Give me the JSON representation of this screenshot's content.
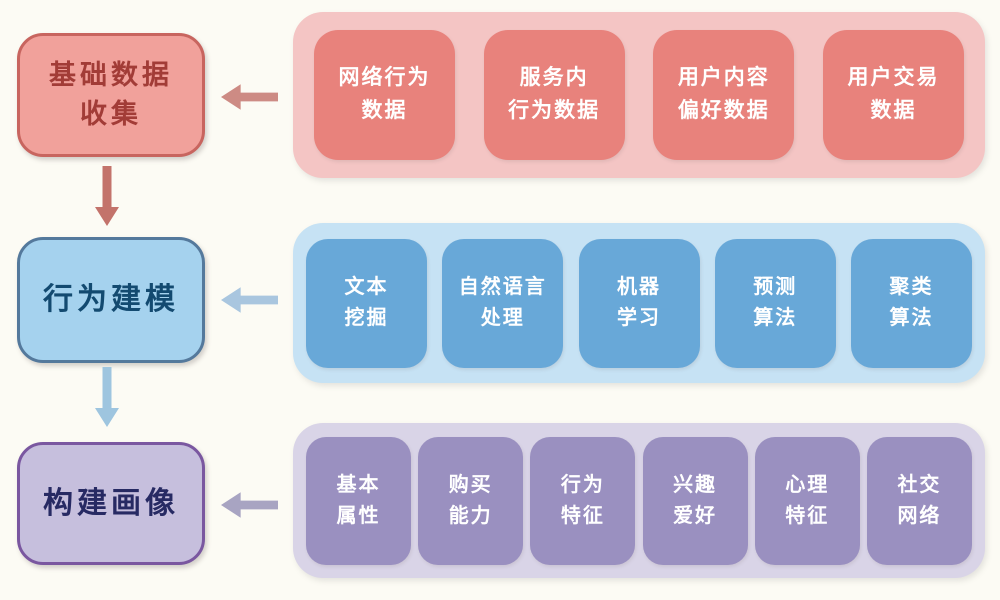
{
  "diagram": {
    "description_labels": {
      "stage1": "基础数据\n收集",
      "stage2": "行为建模",
      "stage3": "构建画像"
    }
  },
  "stages": [
    {
      "id": "basic-data-collection",
      "label": "基础数据\n收集",
      "items": [
        "网络行为\n数据",
        "服务内\n行为数据",
        "用户内容\n偏好数据",
        "用户交易\n数据"
      ]
    },
    {
      "id": "behavior-modeling",
      "label": "行为建模",
      "items": [
        "文本\n挖掘",
        "自然语言\n处理",
        "机器\n学习",
        "预测\n算法",
        "聚类\n算法"
      ]
    },
    {
      "id": "profile-construction",
      "label": "构建画像",
      "items": [
        "基本\n属性",
        "购买\n能力",
        "行为\n特征",
        "兴趣\n爱好",
        "心理\n特征",
        "社交\n网络"
      ]
    }
  ],
  "palette": {
    "background": "#fcfbf4",
    "item_text": "#ffffff",
    "row1": {
      "tray": "#f4c5c4",
      "item": "#e8827c",
      "stage_fill": "#f1a19b",
      "stage_border": "#c8655f",
      "stage_text": "#a23c37",
      "side_arrow": "#cd8b84",
      "down_arrow": "#c3736b"
    },
    "row2": {
      "tray": "#c6e2f4",
      "item": "#68a8d8",
      "stage_fill": "#a5d2ee",
      "stage_border": "#54799c",
      "stage_text": "#134a70",
      "side_arrow": "#a9c6df",
      "down_arrow": "#9ec5df"
    },
    "row3": {
      "tray": "#d9d4e7",
      "item": "#9a90c0",
      "stage_fill": "#c6bfdd",
      "stage_border": "#7a57a0",
      "stage_text": "#272a63",
      "side_arrow": "#a8a4c2"
    }
  }
}
